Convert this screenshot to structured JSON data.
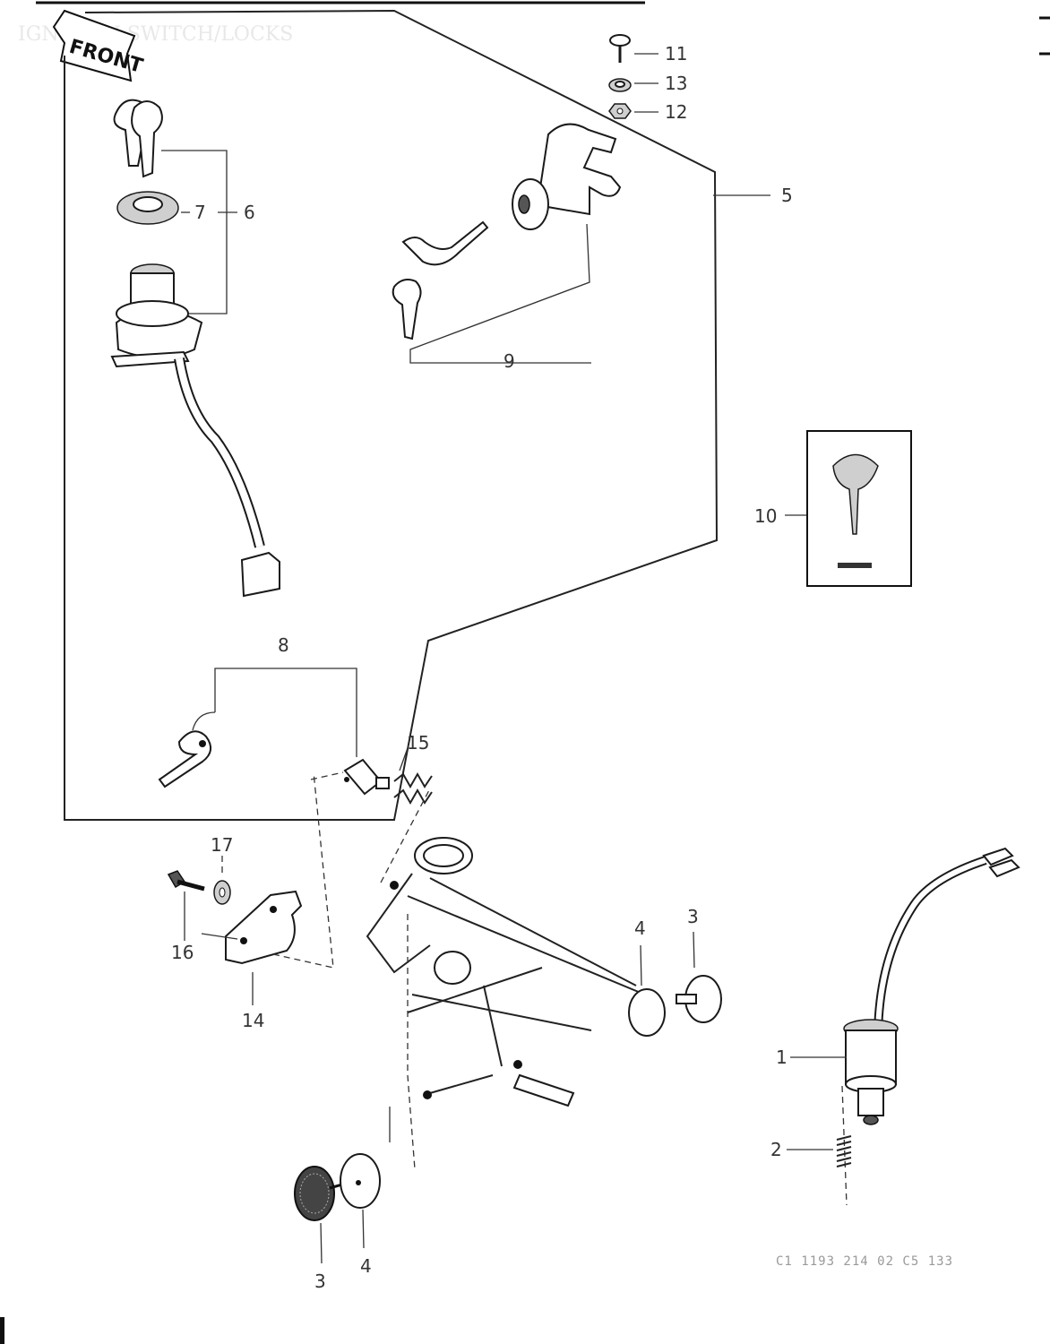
{
  "title": "IGNITION SWITCH/LOCKS",
  "front_badge": "FRONT",
  "ref_code": "C1  1193  214  02  C5  133",
  "callouts": {
    "c1": "1",
    "c2": "2",
    "c3a": "3",
    "c3b": "3",
    "c4a": "4",
    "c4b": "4",
    "c5": "5",
    "c6": "6",
    "c7": "7",
    "c8": "8",
    "c9": "9",
    "c10": "10",
    "c11": "11",
    "c12": "12",
    "c13": "13",
    "c14": "14",
    "c15": "15",
    "c16": "16",
    "c17": "17"
  }
}
